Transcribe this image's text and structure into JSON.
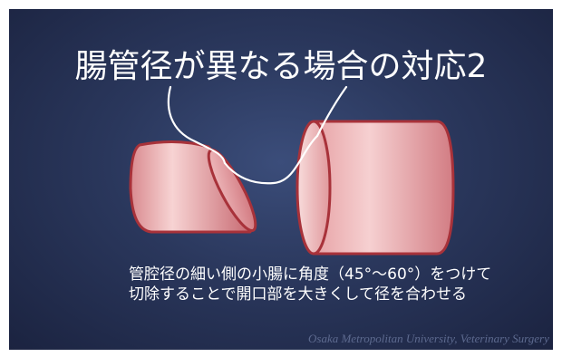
{
  "slide": {
    "title": "腸管径が異なる場合の対応2",
    "caption_lines": [
      "管腔径の細い側の小腸に角度（45°～60°）をつけて",
      "切除することで開口部を大きくして径を合わせる"
    ],
    "footer": "Osaka Metropolitan University, Veterinary Surgery"
  },
  "colors": {
    "background": "#28355a",
    "intestine_fill": "#e7a0a3",
    "intestine_outline": "#a8323a",
    "suture": "#ffffff"
  },
  "illustration": {
    "left_segment": "narrow intestine, obliquely cut end",
    "right_segment": "wide intestine, open end",
    "suture": "thread connecting both ends"
  }
}
